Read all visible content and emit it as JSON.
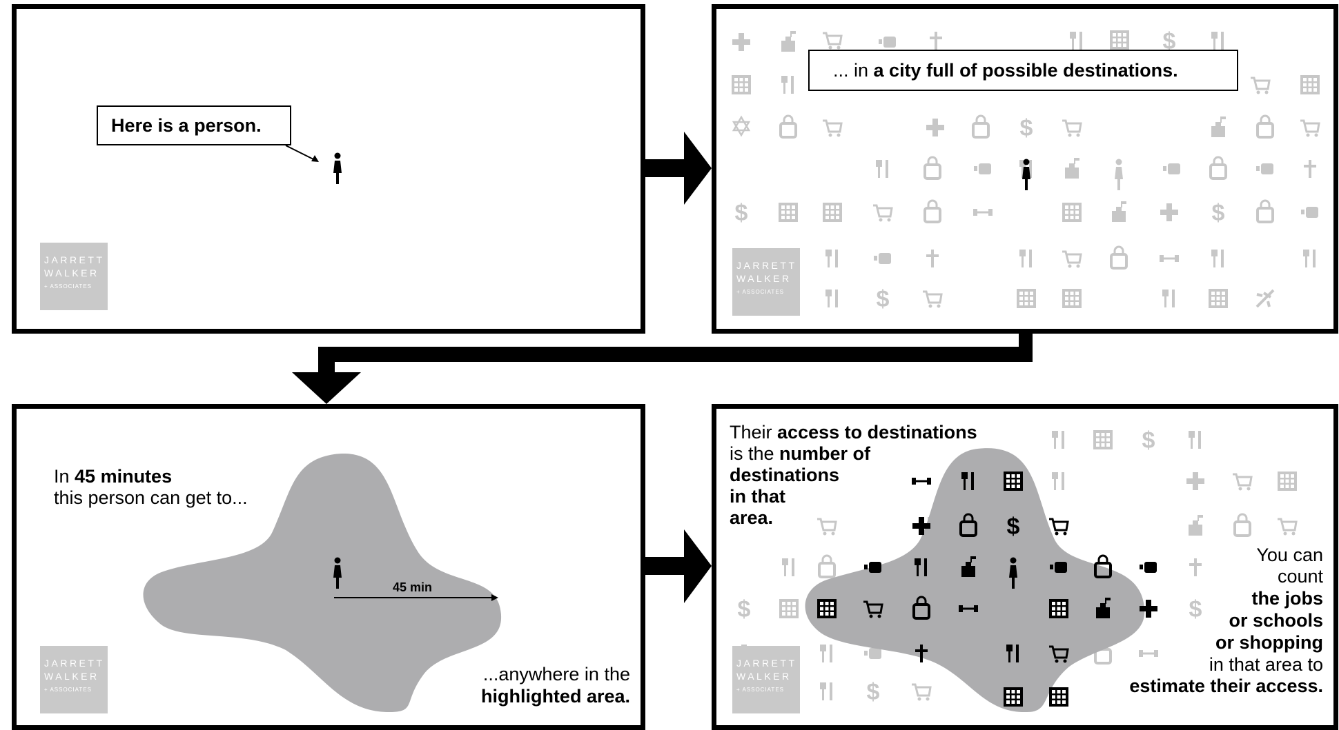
{
  "panel1": {
    "callout": "Here is a person."
  },
  "panel2": {
    "callout_pre": "... in ",
    "callout_bold": "a city full of possible destinations."
  },
  "panel3": {
    "line1_pre": "In ",
    "line1_bold": "45 minutes",
    "line2": "this person can get to...",
    "arrow_label": "45 min",
    "bottom1": "...anywhere in the",
    "bottom2": "highlighted area."
  },
  "panel4": {
    "l1_pre": "Their ",
    "l1_bold": "access to destinations",
    "l2_pre": "is the ",
    "l2_bold": "number of",
    "l3": "destinations",
    "l4": "in that",
    "l5": "area.",
    "r1": "You can",
    "r2": "count",
    "r3": "the jobs",
    "r4": "or schools",
    "r5": "or shopping",
    "r6": "in that area to",
    "r7": "estimate their access."
  },
  "logo": {
    "line1": "JARRETT",
    "line2": "WALKER",
    "line3": "+ ASSOCIATES"
  },
  "colors": {
    "icon_gray": "#c7c7c7",
    "blob": "#adadaf",
    "black": "#000000",
    "logo_bg": "#c9c9c9"
  }
}
